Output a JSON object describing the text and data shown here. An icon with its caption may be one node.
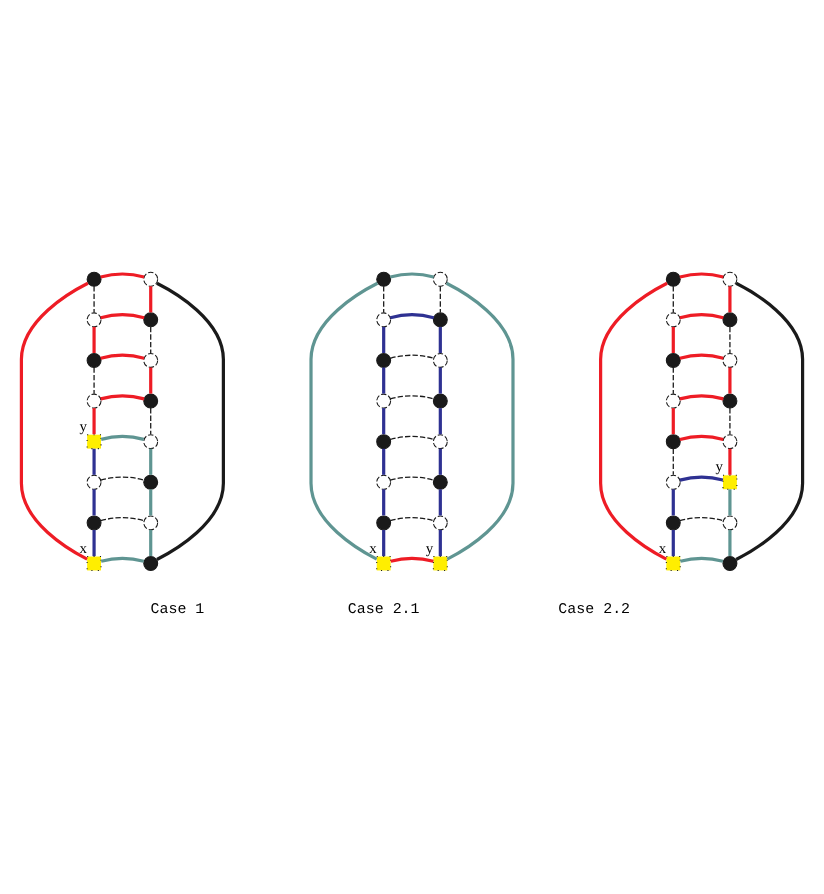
{
  "diagram": {
    "nodes": [
      {
        "text": [],
        "shape": "dot"
      },
      {
        "text": [],
        "shape": "circle"
      },
      {
        "text": [],
        "shape": "circle"
      },
      {
        "text": [],
        "shape": "dot"
      },
      {
        "text": [],
        "shape": "dot"
      },
      {
        "text": [],
        "shape": "circle"
      },
      {
        "text": [],
        "shape": "circle"
      },
      {
        "text": [],
        "shape": "dot"
      },
      {
        "text": [],
        "shape": "box",
        "beside": [
          "y"
        ]
      },
      {
        "text": [],
        "shape": "circle"
      },
      {
        "text": [],
        "shape": "circle"
      },
      {
        "text": [],
        "shape": "dot"
      },
      {
        "text": [],
        "shape": "dot"
      },
      {
        "text": [],
        "shape": "circle"
      },
      {
        "text": [],
        "shape": "box",
        "beside": [
          "x"
        ]
      },
      {
        "text": [],
        "shape": "dot"
      },
      {
        "text": [],
        "shape": "dot"
      },
      {
        "text": [],
        "shape": "circle"
      },
      {
        "text": [],
        "shape": "circle"
      },
      {
        "text": [],
        "shape": "dot"
      },
      {
        "text": [],
        "shape": "dot"
      },
      {
        "text": [],
        "shape": "circle"
      },
      {
        "text": [],
        "shape": "circle"
      },
      {
        "text": [],
        "shape": "dot"
      },
      {
        "text": [],
        "shape": "dot"
      },
      {
        "text": [],
        "shape": "circle"
      },
      {
        "text": [],
        "shape": "circle"
      },
      {
        "text": [],
        "shape": "dot"
      },
      {
        "text": [],
        "shape": "dot"
      },
      {
        "text": [],
        "shape": "circle"
      },
      {
        "text": [],
        "shape": "box",
        "beside": [
          "x"
        ]
      },
      {
        "text": [],
        "shape": "box",
        "beside": [
          "y"
        ]
      },
      {
        "text": [],
        "shape": "dot"
      },
      {
        "text": [],
        "shape": "circle"
      },
      {
        "text": [],
        "shape": "circle"
      },
      {
        "text": [],
        "shape": "dot"
      },
      {
        "text": [],
        "shape": "dot"
      },
      {
        "text": [],
        "shape": "circle"
      },
      {
        "text": [],
        "shape": "circle"
      },
      {
        "text": [],
        "shape": "dot"
      },
      {
        "text": [],
        "shape": "dot"
      },
      {
        "text": [],
        "shape": "circle"
      },
      {
        "text": [],
        "shape": "circle"
      },
      {
        "text": [],
        "shape": "box",
        "beside": [
          "y"
        ]
      },
      {
        "text": [],
        "shape": "dot"
      },
      {
        "text": [],
        "shape": "circle"
      },
      {
        "text": [],
        "shape": "box",
        "beside": [
          "x"
        ]
      },
      {
        "text": [],
        "shape": "dot"
      }
    ],
    "edges": [
      {
        "from": 0,
        "to": 1,
        "arrow": "none",
        "color": "#ee1c25"
      },
      {
        "from": 1,
        "to": 3,
        "arrow": "none",
        "color": "#ee1c25"
      },
      {
        "from": 0,
        "to": 2,
        "arrow": "none",
        "style": "dashed",
        "color": "#1a1a1a"
      },
      {
        "from": 3,
        "to": 2,
        "arrow": "none",
        "color": "#ee1c25"
      },
      {
        "from": 2,
        "to": 4,
        "arrow": "none",
        "color": "#ee1c25"
      },
      {
        "from": 3,
        "to": 5,
        "arrow": "none",
        "style": "dashed",
        "color": "#1a1a1a"
      },
      {
        "from": 4,
        "to": 5,
        "arrow": "none",
        "color": "#ee1c25"
      },
      {
        "from": 5,
        "to": 7,
        "arrow": "none",
        "color": "#ee1c25"
      },
      {
        "from": 4,
        "to": 6,
        "arrow": "none",
        "style": "dashed",
        "color": "#1a1a1a"
      },
      {
        "from": 7,
        "to": 6,
        "arrow": "none",
        "color": "#ee1c25"
      },
      {
        "from": 6,
        "to": 8,
        "arrow": "none",
        "color": "#ee1c25"
      },
      {
        "from": 7,
        "to": 9,
        "arrow": "none",
        "style": "dashed",
        "color": "#1a1a1a"
      },
      {
        "from": 8,
        "to": 9,
        "arrow": "none",
        "color": "#5f9592"
      },
      {
        "from": 8,
        "to": 10,
        "arrow": "none",
        "color": "#2e3192"
      },
      {
        "from": 10,
        "to": 12,
        "arrow": "none",
        "color": "#2e3192"
      },
      {
        "from": 12,
        "to": 14,
        "arrow": "none",
        "color": "#2e3192"
      },
      {
        "from": 9,
        "to": 11,
        "arrow": "none",
        "color": "#5f9592"
      },
      {
        "from": 11,
        "to": 13,
        "arrow": "none",
        "color": "#5f9592"
      },
      {
        "from": 13,
        "to": 15,
        "arrow": "none",
        "color": "#5f9592"
      },
      {
        "from": 10,
        "to": 11,
        "arrow": "none",
        "style": "dashed",
        "color": "#1a1a1a"
      },
      {
        "from": 12,
        "to": 13,
        "arrow": "none",
        "style": "dashed",
        "color": "#1a1a1a"
      },
      {
        "from": 14,
        "to": 15,
        "arrow": "none",
        "color": "#5f9592"
      },
      {
        "from": 0,
        "to": 14,
        "arrow": "none",
        "color": "#ee1c25"
      },
      {
        "from": 1,
        "to": 15,
        "arrow": "none",
        "color": "#1a1a1a"
      },
      {
        "from": 16,
        "to": 17,
        "arrow": "none",
        "color": "#5f9592"
      },
      {
        "from": 16,
        "to": 18,
        "arrow": "none",
        "style": "dashed",
        "color": "#1a1a1a"
      },
      {
        "from": 17,
        "to": 19,
        "arrow": "none",
        "style": "dashed",
        "color": "#1a1a1a"
      },
      {
        "from": 18,
        "to": 19,
        "arrow": "none",
        "color": "#2e3192"
      },
      {
        "from": 18,
        "to": 20,
        "arrow": "none",
        "color": "#2e3192"
      },
      {
        "from": 20,
        "to": 22,
        "arrow": "none",
        "color": "#2e3192"
      },
      {
        "from": 22,
        "to": 24,
        "arrow": "none",
        "color": "#2e3192"
      },
      {
        "from": 24,
        "to": 26,
        "arrow": "none",
        "color": "#2e3192"
      },
      {
        "from": 26,
        "to": 28,
        "arrow": "none",
        "color": "#2e3192"
      },
      {
        "from": 28,
        "to": 30,
        "arrow": "none",
        "color": "#2e3192"
      },
      {
        "from": 19,
        "to": 21,
        "arrow": "none",
        "color": "#2e3192"
      },
      {
        "from": 21,
        "to": 23,
        "arrow": "none",
        "color": "#2e3192"
      },
      {
        "from": 23,
        "to": 25,
        "arrow": "none",
        "color": "#2e3192"
      },
      {
        "from": 25,
        "to": 27,
        "arrow": "none",
        "color": "#2e3192"
      },
      {
        "from": 27,
        "to": 29,
        "arrow": "none",
        "color": "#2e3192"
      },
      {
        "from": 29,
        "to": 31,
        "arrow": "none",
        "color": "#2e3192"
      },
      {
        "from": 20,
        "to": 21,
        "arrow": "none",
        "style": "dashed",
        "color": "#1a1a1a"
      },
      {
        "from": 22,
        "to": 23,
        "arrow": "none",
        "style": "dashed",
        "color": "#1a1a1a"
      },
      {
        "from": 24,
        "to": 25,
        "arrow": "none",
        "style": "dashed",
        "color": "#1a1a1a"
      },
      {
        "from": 26,
        "to": 27,
        "arrow": "none",
        "style": "dashed",
        "color": "#1a1a1a"
      },
      {
        "from": 28,
        "to": 29,
        "arrow": "none",
        "style": "dashed",
        "color": "#1a1a1a"
      },
      {
        "from": 30,
        "to": 31,
        "arrow": "none",
        "color": "#ee1c25"
      },
      {
        "from": 16,
        "to": 30,
        "arrow": "none",
        "color": "#5f9592"
      },
      {
        "from": 17,
        "to": 31,
        "arrow": "none",
        "color": "#5f9592"
      },
      {
        "from": 32,
        "to": 33,
        "arrow": "none",
        "color": "#ee1c25"
      },
      {
        "from": 33,
        "to": 35,
        "arrow": "none",
        "color": "#ee1c25"
      },
      {
        "from": 32,
        "to": 34,
        "arrow": "none",
        "style": "dashed",
        "color": "#1a1a1a"
      },
      {
        "from": 35,
        "to": 34,
        "arrow": "none",
        "color": "#ee1c25"
      },
      {
        "from": 34,
        "to": 36,
        "arrow": "none",
        "color": "#ee1c25"
      },
      {
        "from": 35,
        "to": 37,
        "arrow": "none",
        "style": "dashed",
        "color": "#1a1a1a"
      },
      {
        "from": 36,
        "to": 37,
        "arrow": "none",
        "color": "#ee1c25"
      },
      {
        "from": 37,
        "to": 39,
        "arrow": "none",
        "color": "#ee1c25"
      },
      {
        "from": 36,
        "to": 38,
        "arrow": "none",
        "style": "dashed",
        "color": "#1a1a1a"
      },
      {
        "from": 39,
        "to": 38,
        "arrow": "none",
        "color": "#ee1c25"
      },
      {
        "from": 38,
        "to": 40,
        "arrow": "none",
        "color": "#ee1c25"
      },
      {
        "from": 39,
        "to": 41,
        "arrow": "none",
        "style": "dashed",
        "color": "#1a1a1a"
      },
      {
        "from": 40,
        "to": 41,
        "arrow": "none",
        "color": "#ee1c25"
      },
      {
        "from": 41,
        "to": 43,
        "arrow": "none",
        "color": "#ee1c25"
      },
      {
        "from": 40,
        "to": 42,
        "arrow": "none",
        "style": "dashed",
        "color": "#1a1a1a"
      },
      {
        "from": 42,
        "to": 43,
        "arrow": "none",
        "color": "#2e3192"
      },
      {
        "from": 42,
        "to": 44,
        "arrow": "none",
        "color": "#2e3192"
      },
      {
        "from": 44,
        "to": 46,
        "arrow": "none",
        "color": "#2e3192"
      },
      {
        "from": 43,
        "to": 45,
        "arrow": "none",
        "color": "#5f9592"
      },
      {
        "from": 45,
        "to": 47,
        "arrow": "none",
        "color": "#5f9592"
      },
      {
        "from": 44,
        "to": 45,
        "arrow": "none",
        "style": "dashed",
        "color": "#1a1a1a"
      },
      {
        "from": 46,
        "to": 47,
        "arrow": "none",
        "color": "#5f9592"
      },
      {
        "from": 32,
        "to": 46,
        "arrow": "none",
        "color": "#ee1c25"
      },
      {
        "from": 33,
        "to": 47,
        "arrow": "none",
        "color": "#1a1a1a"
      }
    ],
    "labels": [
      "Case 1",
      "Case 2.1",
      "Case 2.2"
    ]
  }
}
